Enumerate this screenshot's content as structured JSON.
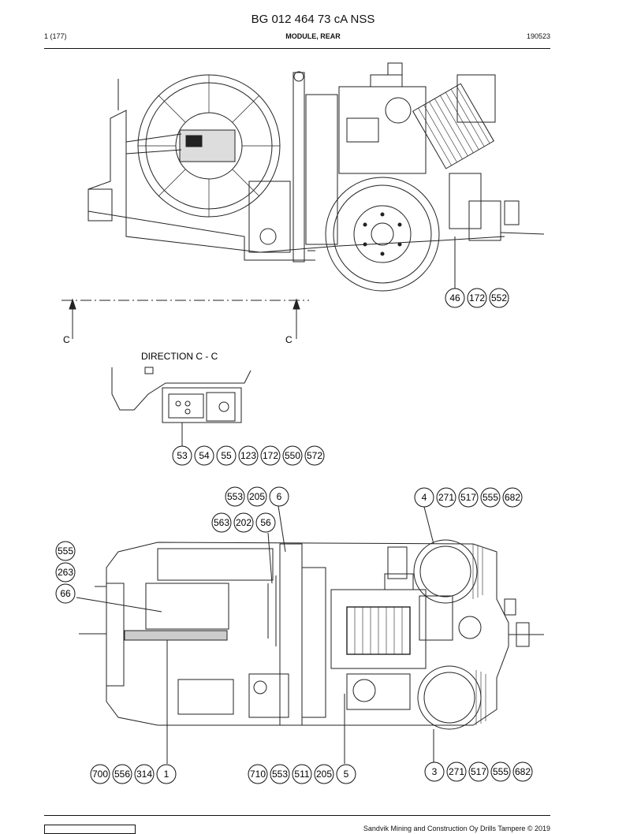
{
  "header": {
    "title": "BG 012 464 73 cA NSS",
    "page": "1 (177)",
    "subtitle": "MODULE, REAR",
    "date": "190523"
  },
  "section": {
    "marker_left": "C",
    "marker_right": "C",
    "direction": "DIRECTION C - C"
  },
  "callouts": {
    "side_view": [
      "46",
      "172",
      "552"
    ],
    "direction_view": [
      "53",
      "54",
      "55",
      "123",
      "172",
      "550",
      "572"
    ],
    "top_upper_a": [
      "553",
      "205",
      "6"
    ],
    "top_upper_b": [
      "563",
      "202",
      "56"
    ],
    "top_upper_right": [
      "4",
      "271",
      "517",
      "555",
      "682"
    ],
    "top_left_stack": [
      "555",
      "263",
      "66"
    ],
    "bottom_left": [
      "700",
      "556",
      "314",
      "1"
    ],
    "bottom_mid": [
      "710",
      "553",
      "511",
      "205",
      "5"
    ],
    "bottom_right": [
      "3",
      "271",
      "517",
      "555",
      "682"
    ]
  },
  "footer": {
    "copyright": "Sandvik Mining and Construction Oy Drills Tampere © 2019"
  }
}
